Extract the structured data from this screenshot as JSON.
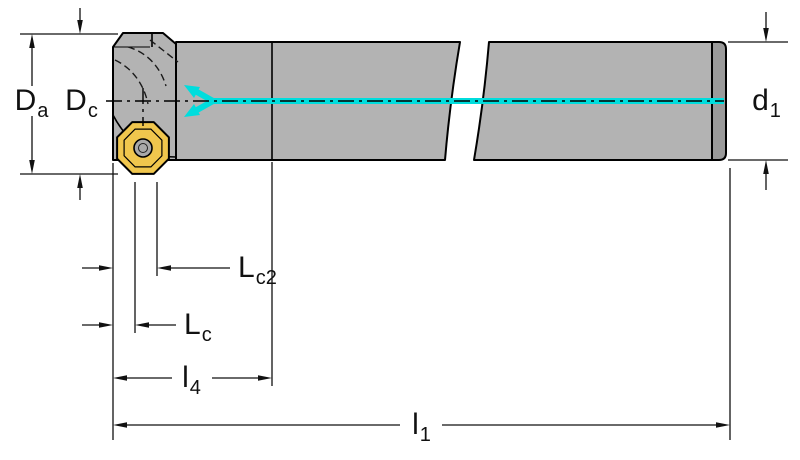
{
  "drawing": {
    "labels": {
      "Da": {
        "main": "D",
        "sub": "a"
      },
      "Dc": {
        "main": "D",
        "sub": "c"
      },
      "d1": {
        "main": "d",
        "sub": "1"
      },
      "Lc2": {
        "main": "L",
        "sub": "c2"
      },
      "Lc": {
        "main": "L",
        "sub": "c"
      },
      "l4": {
        "main": "l",
        "sub": "4"
      },
      "l1": {
        "main": "l",
        "sub": "1"
      }
    }
  },
  "colors": {
    "background": "#ffffff",
    "tool_body": "#b3b3b3",
    "tool_end": "#9a9a9a",
    "insert": "#f0c64d",
    "insert_hole": "#a9a9a9",
    "coolant": "#00dddd"
  }
}
